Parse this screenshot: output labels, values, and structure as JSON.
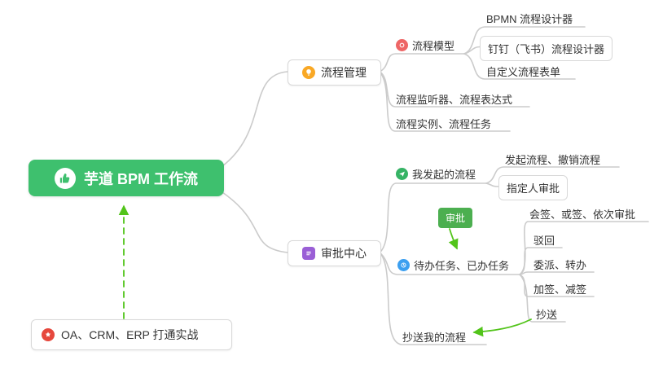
{
  "colors": {
    "root_bg": "#3ec06e",
    "connector": "#cbcbcb",
    "arrow_green": "#52c41a",
    "tag_bg": "#4caf50",
    "icon_process_mgmt": "#f9a825",
    "icon_process_model": "#ee6666",
    "icon_approval_center": "#9a5fd6",
    "icon_my_initiated": "#36b365",
    "icon_todo_done": "#3b9ff0",
    "icon_oa": "#e6483d"
  },
  "nodes": {
    "root": {
      "label": "芋道 BPM 工作流"
    },
    "process_mgmt": {
      "label": "流程管理"
    },
    "process_model": {
      "label": "流程模型"
    },
    "bpmn_designer": {
      "label": "BPMN 流程设计器"
    },
    "dingtalk_designer": {
      "label": "钉钉（飞书）流程设计器"
    },
    "custom_form": {
      "label": "自定义流程表单"
    },
    "listener_expression": {
      "label": "流程监听器、流程表达式"
    },
    "instance_task": {
      "label": "流程实例、流程任务"
    },
    "approval_center": {
      "label": "审批中心"
    },
    "my_initiated": {
      "label": "我发起的流程"
    },
    "initiate_cancel": {
      "label": "发起流程、撤销流程"
    },
    "assigned_approval": {
      "label": "指定人审批"
    },
    "approval_tag": {
      "label": "审批"
    },
    "todo_done": {
      "label": "待办任务、已办任务"
    },
    "countersign": {
      "label": "会签、或签、依次审批"
    },
    "reject": {
      "label": "驳回"
    },
    "delegate_transfer": {
      "label": "委派、转办"
    },
    "addsign_subsign": {
      "label": "加签、减签"
    },
    "cc": {
      "label": "抄送"
    },
    "cc_my_process": {
      "label": "抄送我的流程"
    },
    "oa_practice": {
      "label": "OA、CRM、ERP 打通实战"
    }
  }
}
